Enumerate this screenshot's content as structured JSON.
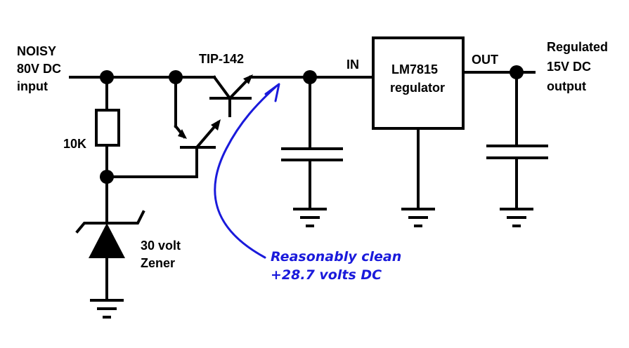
{
  "labels": {
    "input_line1": "NOISY",
    "input_line2": "80V DC",
    "input_line3": "input",
    "resistor": "10K",
    "transistor": "TIP-142",
    "zener_line1": "30 volt",
    "zener_line2": "Zener",
    "in_pin": "IN",
    "out_pin": "OUT",
    "regulator_line1": "LM7815",
    "regulator_line2": "regulator",
    "output_line1": "Regulated",
    "output_line2": "15V DC",
    "output_line3": "output"
  },
  "annotation": {
    "line1": "Reasonably clean",
    "line2": "+28.7 volts DC"
  },
  "colors": {
    "wire": "#000000",
    "annotation": "#1a1adb"
  }
}
